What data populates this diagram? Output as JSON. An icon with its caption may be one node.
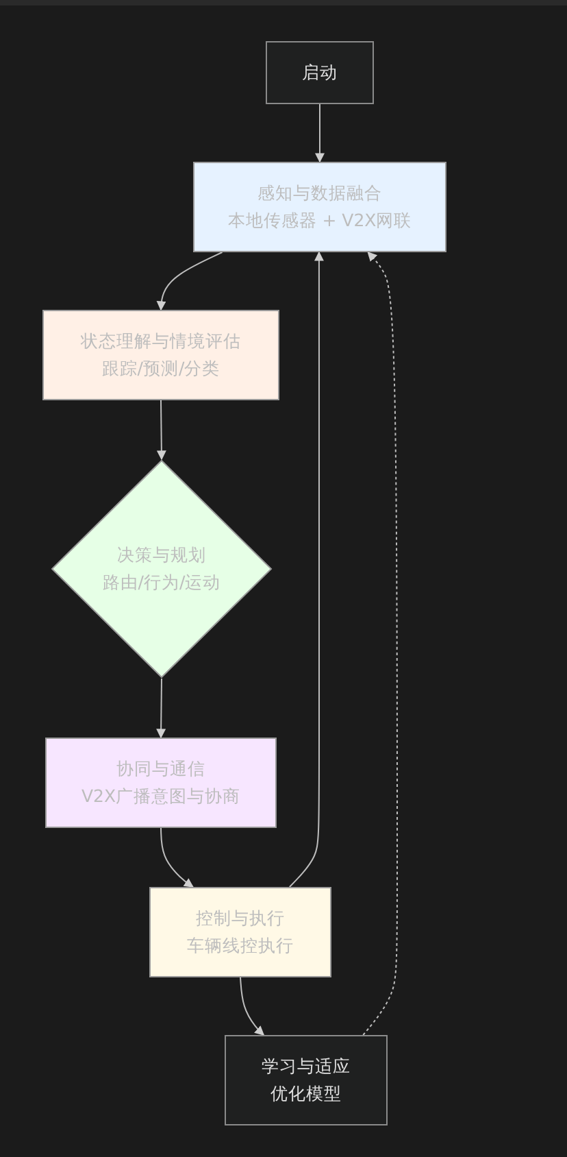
{
  "diagram": {
    "nodes": [
      {
        "text": [
          "启动"
        ]
      },
      {
        "text": [
          "感知与数据融合",
          "本地传感器 + V2X网联"
        ]
      },
      {
        "text": [
          "状态理解与情境评估",
          "跟踪/预测/分类"
        ]
      },
      {
        "text": [
          "决策与规划",
          "路由/行为/运动"
        ]
      },
      {
        "text": [
          "协同与通信",
          "V2X广播意图与协商"
        ]
      },
      {
        "text": [
          "控制与执行",
          "车辆线控执行"
        ]
      },
      {
        "text": [
          "学习与适应",
          "优化模型"
        ]
      }
    ],
    "edges": [
      {
        "from": 0,
        "to": 1,
        "arrow": "to"
      },
      {
        "from": 1,
        "to": 2,
        "arrow": "to"
      },
      {
        "from": 2,
        "to": 3,
        "arrow": "to"
      },
      {
        "from": 3,
        "to": 4,
        "arrow": "to"
      },
      {
        "from": 4,
        "to": 5,
        "arrow": "to"
      },
      {
        "from": 5,
        "to": 1,
        "arrow": "to"
      },
      {
        "from": 5,
        "to": 6,
        "arrow": "to"
      },
      {
        "from": 6,
        "to": 1,
        "arrow": "to",
        "style": "dashed"
      }
    ]
  }
}
